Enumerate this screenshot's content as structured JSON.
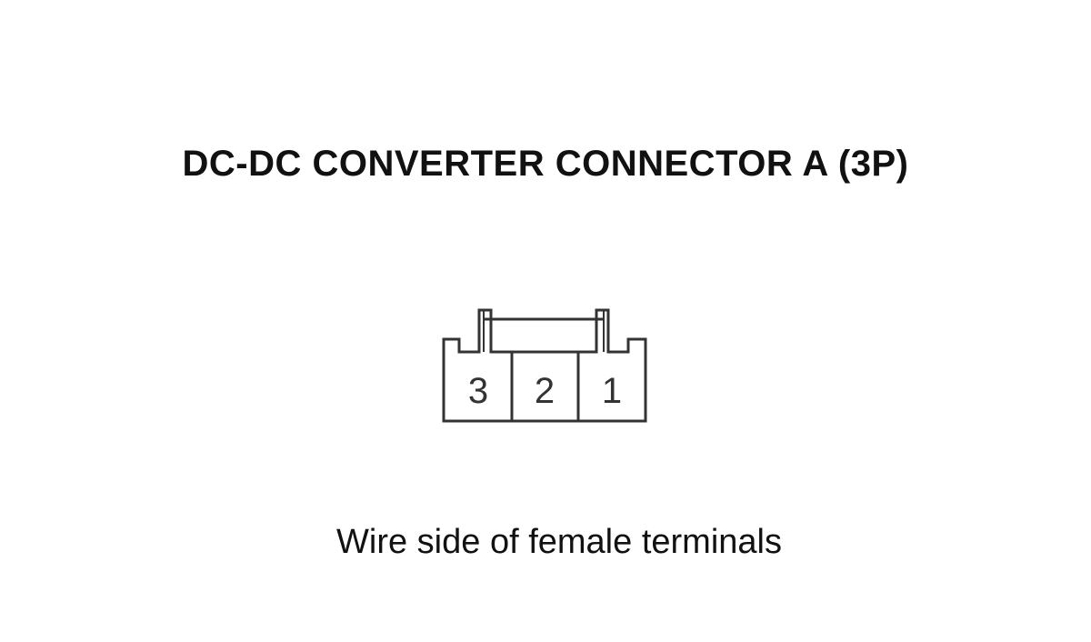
{
  "diagram": {
    "title": "DC-DC CONVERTER CONNECTOR A (3P)",
    "caption": "Wire side of female terminals",
    "terminals": [
      "3",
      "2",
      "1"
    ],
    "colors": {
      "line": "#333333",
      "text": "#111111",
      "background": "#ffffff"
    }
  }
}
